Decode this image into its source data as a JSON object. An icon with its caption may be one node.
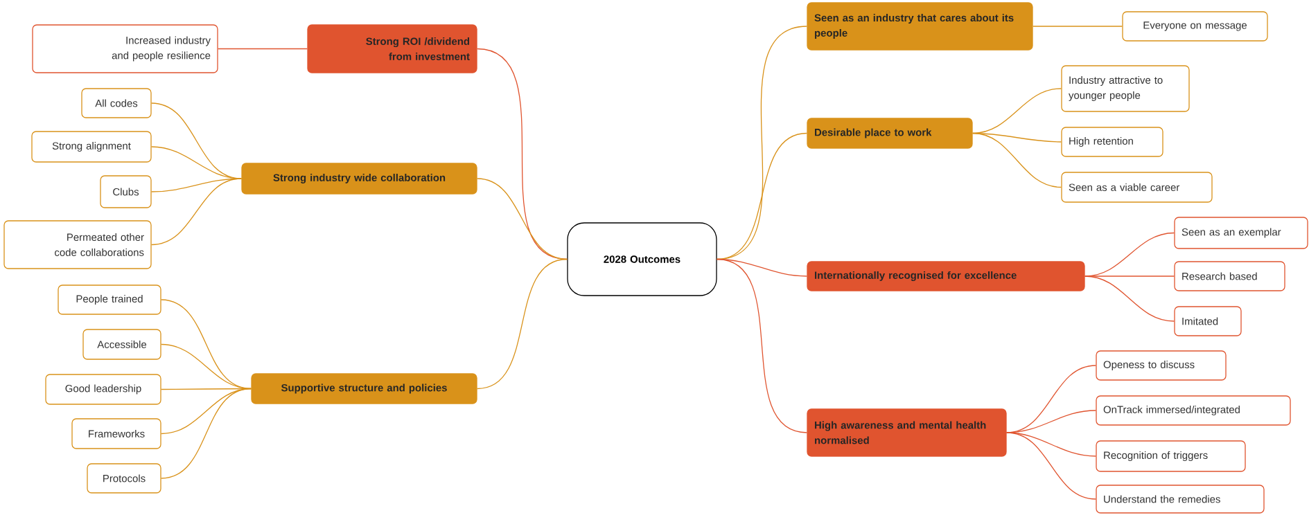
{
  "diagram": {
    "nodes": [
      {
        "text": [
          "2028 Outcomes"
        ]
      },
      {
        "text": [
          "Strong ROI /dividend from investment"
        ]
      },
      {
        "text": [
          "Increased  industry and people resilience"
        ]
      },
      {
        "text": [
          "Strong industry wide collaboration"
        ]
      },
      {
        "text": [
          "All codes"
        ]
      },
      {
        "text": [
          "Strong alignment"
        ]
      },
      {
        "text": [
          "Clubs"
        ]
      },
      {
        "text": [
          "Permeated other code collaborations"
        ]
      },
      {
        "text": [
          "Supportive structure and policies"
        ]
      },
      {
        "text": [
          "People trained"
        ]
      },
      {
        "text": [
          "Accessible"
        ]
      },
      {
        "text": [
          "Good leadership"
        ]
      },
      {
        "text": [
          "Frameworks"
        ]
      },
      {
        "text": [
          "Protocols"
        ]
      },
      {
        "text": [
          "Seen as an industry that cares about its people"
        ]
      },
      {
        "text": [
          "Everyone on message"
        ]
      },
      {
        "text": [
          "Desirable place to work"
        ]
      },
      {
        "text": [
          "Industry attractive to younger people"
        ]
      },
      {
        "text": [
          "High retention"
        ]
      },
      {
        "text": [
          "Seen as a viable career"
        ]
      },
      {
        "text": [
          "Internationally  recognised for excellence"
        ]
      },
      {
        "text": [
          "Seen as an exemplar"
        ]
      },
      {
        "text": [
          "Research based"
        ]
      },
      {
        "text": [
          "Imitated"
        ]
      },
      {
        "text": [
          "High awareness and mental health normalised"
        ]
      },
      {
        "text": [
          "Openess to discuss"
        ]
      },
      {
        "text": [
          "OnTrack immersed/integrated"
        ]
      },
      {
        "text": [
          "Recognition of triggers"
        ]
      },
      {
        "text": [
          "Understand the remedies"
        ]
      }
    ],
    "edges": [
      {
        "from": 0,
        "to": 1,
        "arrow": "none",
        "color": "#e0542f"
      },
      {
        "from": 1,
        "to": 2,
        "arrow": "none",
        "color": "#e0542f"
      },
      {
        "from": 0,
        "to": 3,
        "arrow": "none"
      },
      {
        "from": 3,
        "to": 4,
        "arrow": "none"
      },
      {
        "from": 3,
        "to": 5,
        "arrow": "none"
      },
      {
        "from": 3,
        "to": 6,
        "arrow": "none"
      },
      {
        "from": 3,
        "to": 7,
        "arrow": "none"
      },
      {
        "from": 0,
        "to": 8,
        "arrow": "none"
      },
      {
        "from": 8,
        "to": 9,
        "arrow": "none"
      },
      {
        "from": 8,
        "to": 10,
        "arrow": "none"
      },
      {
        "from": 8,
        "to": 11,
        "arrow": "none"
      },
      {
        "from": 8,
        "to": 12,
        "arrow": "none"
      },
      {
        "from": 8,
        "to": 13,
        "arrow": "none"
      },
      {
        "from": 0,
        "to": 14,
        "arrow": "none"
      },
      {
        "from": 14,
        "to": 15,
        "arrow": "none"
      },
      {
        "from": 0,
        "to": 16,
        "arrow": "none"
      },
      {
        "from": 16,
        "to": 17,
        "arrow": "none"
      },
      {
        "from": 16,
        "to": 18,
        "arrow": "none"
      },
      {
        "from": 16,
        "to": 19,
        "arrow": "none"
      },
      {
        "from": 0,
        "to": 20,
        "arrow": "none",
        "color": "#e0542f"
      },
      {
        "from": 20,
        "to": 21,
        "arrow": "none",
        "color": "#e0542f"
      },
      {
        "from": 20,
        "to": 22,
        "arrow": "none",
        "color": "#e0542f"
      },
      {
        "from": 20,
        "to": 23,
        "arrow": "none",
        "color": "#e0542f"
      },
      {
        "from": 0,
        "to": 24,
        "arrow": "none",
        "color": "#e0542f"
      },
      {
        "from": 24,
        "to": 25,
        "arrow": "none",
        "color": "#e0542f"
      },
      {
        "from": 24,
        "to": 26,
        "arrow": "none",
        "color": "#e0542f"
      },
      {
        "from": 24,
        "to": 27,
        "arrow": "none",
        "color": "#e0542f"
      },
      {
        "from": 24,
        "to": 28,
        "arrow": "none",
        "color": "#e0542f"
      }
    ]
  }
}
